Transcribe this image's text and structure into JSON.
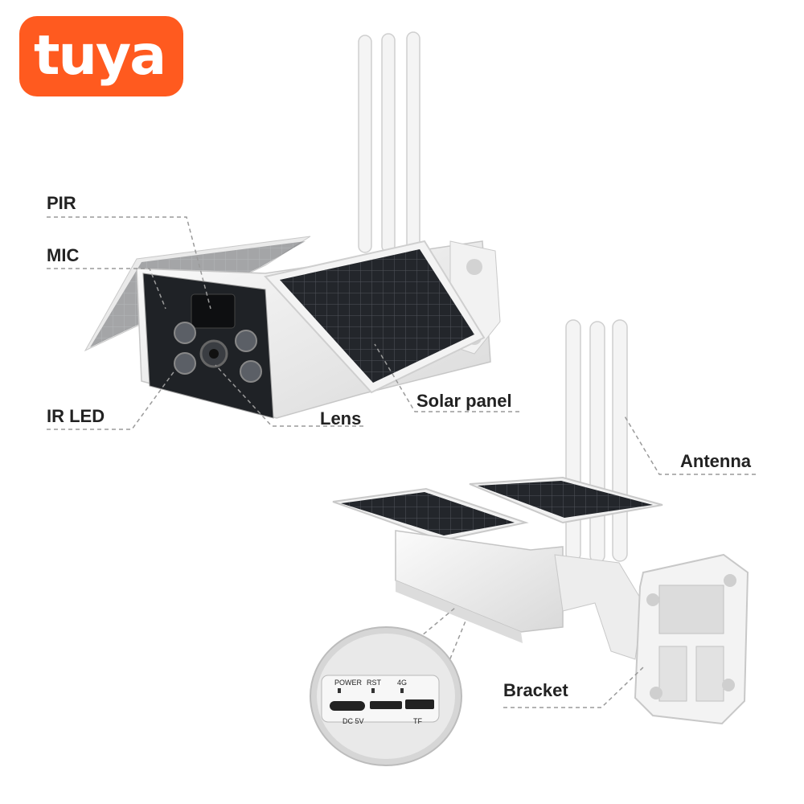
{
  "brand": {
    "logo_text": "tuya",
    "color": "#ff5a1f"
  },
  "labels": {
    "pir": "PIR",
    "mic": "MIC",
    "ir_led": "IR LED",
    "lens": "Lens",
    "solar_panel": "Solar panel",
    "antenna": "Antenna",
    "bracket": "Bracket"
  },
  "ports": {
    "power": "POWER",
    "rst": "RST",
    "g4": "4G",
    "dc5v": "DC 5V",
    "tf": "TF"
  }
}
